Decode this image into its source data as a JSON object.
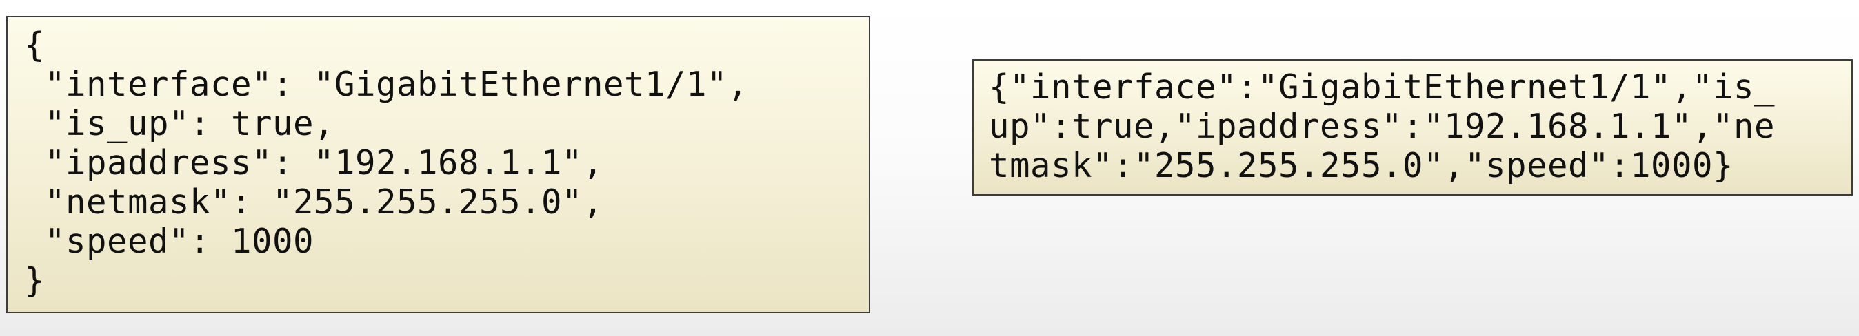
{
  "pretty_json": {
    "lines": [
      "{",
      " \"interface\": \"GigabitEthernet1/1\",",
      " \"is_up\": true,",
      " \"ipaddress\": \"192.168.1.1\",",
      " \"netmask\": \"255.255.255.0\",",
      " \"speed\": 1000",
      "}"
    ]
  },
  "compact_json": {
    "lines": [
      "{\"interface\":\"GigabitEthernet1/1\",\"is_",
      "up\":true,\"ipaddress\":\"192.168.1.1\",\"ne",
      "tmask\":\"255.255.255.0\",\"speed\":1000}"
    ]
  }
}
